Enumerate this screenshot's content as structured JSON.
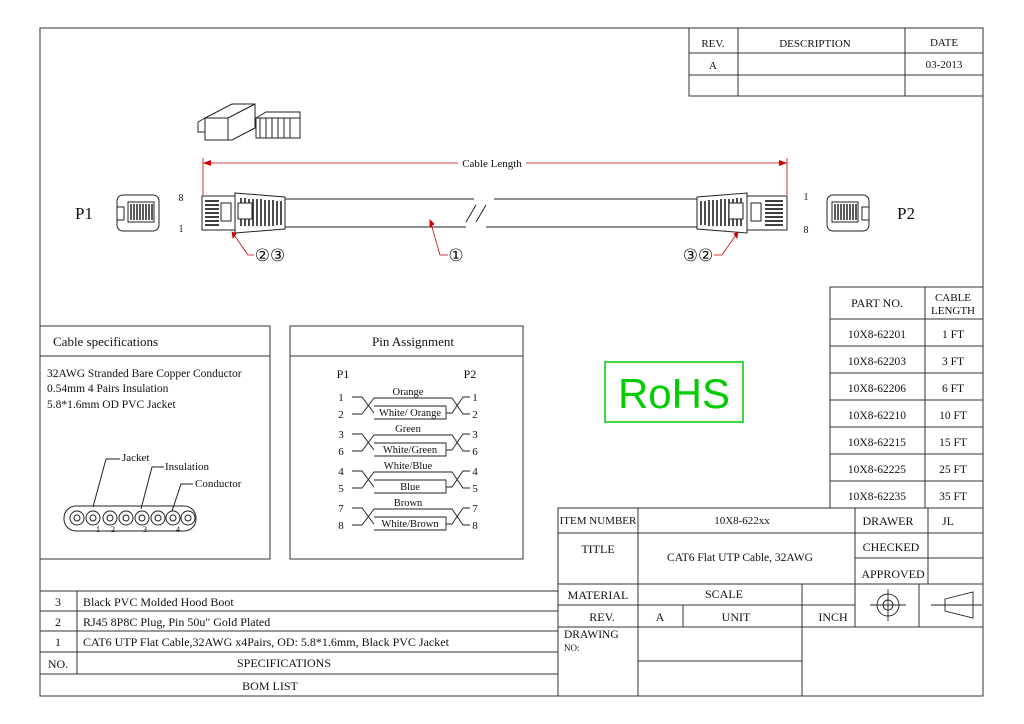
{
  "revision_block": {
    "headers": {
      "rev": "REV.",
      "description": "DESCRIPTION",
      "date": "DATE"
    },
    "rows": [
      {
        "rev": "A",
        "description": "",
        "date": "03-2013"
      }
    ]
  },
  "drawing": {
    "p1_label": "P1",
    "p2_label": "P2",
    "cable_length_label": "Cable Length",
    "pin_top_left": "8",
    "pin_bottom_left": "1",
    "pin_top_right": "1",
    "pin_bottom_right": "8",
    "callout_left": "②③",
    "callout_mid": "①",
    "callout_right": "③②"
  },
  "cable_specs": {
    "title": "Cable specifications",
    "lines": [
      "32AWG Stranded Bare Copper Conductor",
      "0.54mm 4 Pairs Insulation",
      "5.8*1.6mm OD PVC Jacket"
    ],
    "labels": {
      "jacket": "Jacket",
      "insulation": "Insulation",
      "conductor": "Conductor"
    },
    "pair_numbers": [
      "1",
      "2",
      "3",
      "4"
    ]
  },
  "pin_assignment": {
    "title": "Pin Assignment",
    "p1": "P1",
    "p2": "P2",
    "groups": [
      {
        "pins_left": [
          "1",
          "2"
        ],
        "pins_right": [
          "1",
          "2"
        ],
        "wires": [
          "Orange",
          "White/ Orange"
        ]
      },
      {
        "pins_left": [
          "3",
          "6"
        ],
        "pins_right": [
          "3",
          "6"
        ],
        "wires": [
          "Green",
          "White/Green"
        ]
      },
      {
        "pins_left": [
          "4",
          "5"
        ],
        "pins_right": [
          "4",
          "5"
        ],
        "wires": [
          "White/Blue",
          "Blue"
        ]
      },
      {
        "pins_left": [
          "7",
          "8"
        ],
        "pins_right": [
          "7",
          "8"
        ],
        "wires": [
          "Brown",
          "White/Brown"
        ]
      }
    ]
  },
  "rohs": {
    "text": "RoHS",
    "color": "#00cc00"
  },
  "part_table": {
    "headers": {
      "part_no": "PART NO.",
      "cable_length": "CABLE LENGTH"
    },
    "rows": [
      {
        "part_no": "10X8-62201",
        "length": "1 FT"
      },
      {
        "part_no": "10X8-62203",
        "length": "3 FT"
      },
      {
        "part_no": "10X8-62206",
        "length": "6 FT"
      },
      {
        "part_no": "10X8-62210",
        "length": "10 FT"
      },
      {
        "part_no": "10X8-62215",
        "length": "15 FT"
      },
      {
        "part_no": "10X8-62225",
        "length": "25 FT"
      },
      {
        "part_no": "10X8-62235",
        "length": "35 FT"
      }
    ]
  },
  "title_block": {
    "item_number_label": "ITEM NUMBER",
    "item_number": "10X8-622xx",
    "drawer_label": "DRAWER",
    "drawer": "JL",
    "title_label": "TITLE",
    "title": "CAT6 Flat UTP Cable, 32AWG",
    "checked_label": "CHECKED",
    "approved_label": "APPROVED",
    "material_label": "MATERIAL",
    "scale_label": "SCALE",
    "rev_label": "REV.",
    "rev": "A",
    "unit_label": "UNIT",
    "unit": "INCH",
    "drawing_no_label": "DRAWING NO:"
  },
  "bom": {
    "rows": [
      {
        "no": "3",
        "spec": "Black PVC Molded Hood Boot"
      },
      {
        "no": "2",
        "spec": "RJ45 8P8C Plug, Pin 50u\" Gold Plated"
      },
      {
        "no": "1",
        "spec": "CAT6 UTP Flat Cable,32AWG x4Pairs, OD: 5.8*1.6mm, Black PVC Jacket"
      }
    ],
    "no_header": "NO.",
    "spec_header": "SPECIFICATIONS",
    "footer": "BOM LIST"
  }
}
